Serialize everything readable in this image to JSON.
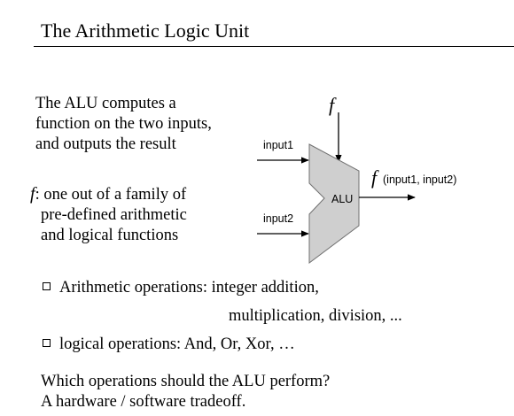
{
  "title": "The Arithmetic Logic Unit",
  "para1": [
    "The ALU computes a",
    "function on the two inputs,",
    "and outputs the result"
  ],
  "para2": {
    "symbol": "f",
    "line1_rest": ": one out of a family of",
    "lines": [
      "pre-defined arithmetic",
      "and logical functions"
    ]
  },
  "bullets": [
    {
      "text": "Arithmetic operations: integer addition,",
      "continuation": "multiplication, division, ..."
    },
    {
      "text": "logical operations: And, Or, Xor, …"
    }
  ],
  "closing": [
    "Which operations should the ALU perform?",
    "A hardware / software tradeoff."
  ],
  "diagram": {
    "f_symbol": "f",
    "input1": "input1",
    "input2": "input2",
    "alu": "ALU",
    "output_f": "f",
    "output_args": "(input1, input2)",
    "fill_color": "#cfcfcf",
    "stroke_color": "#707070"
  }
}
